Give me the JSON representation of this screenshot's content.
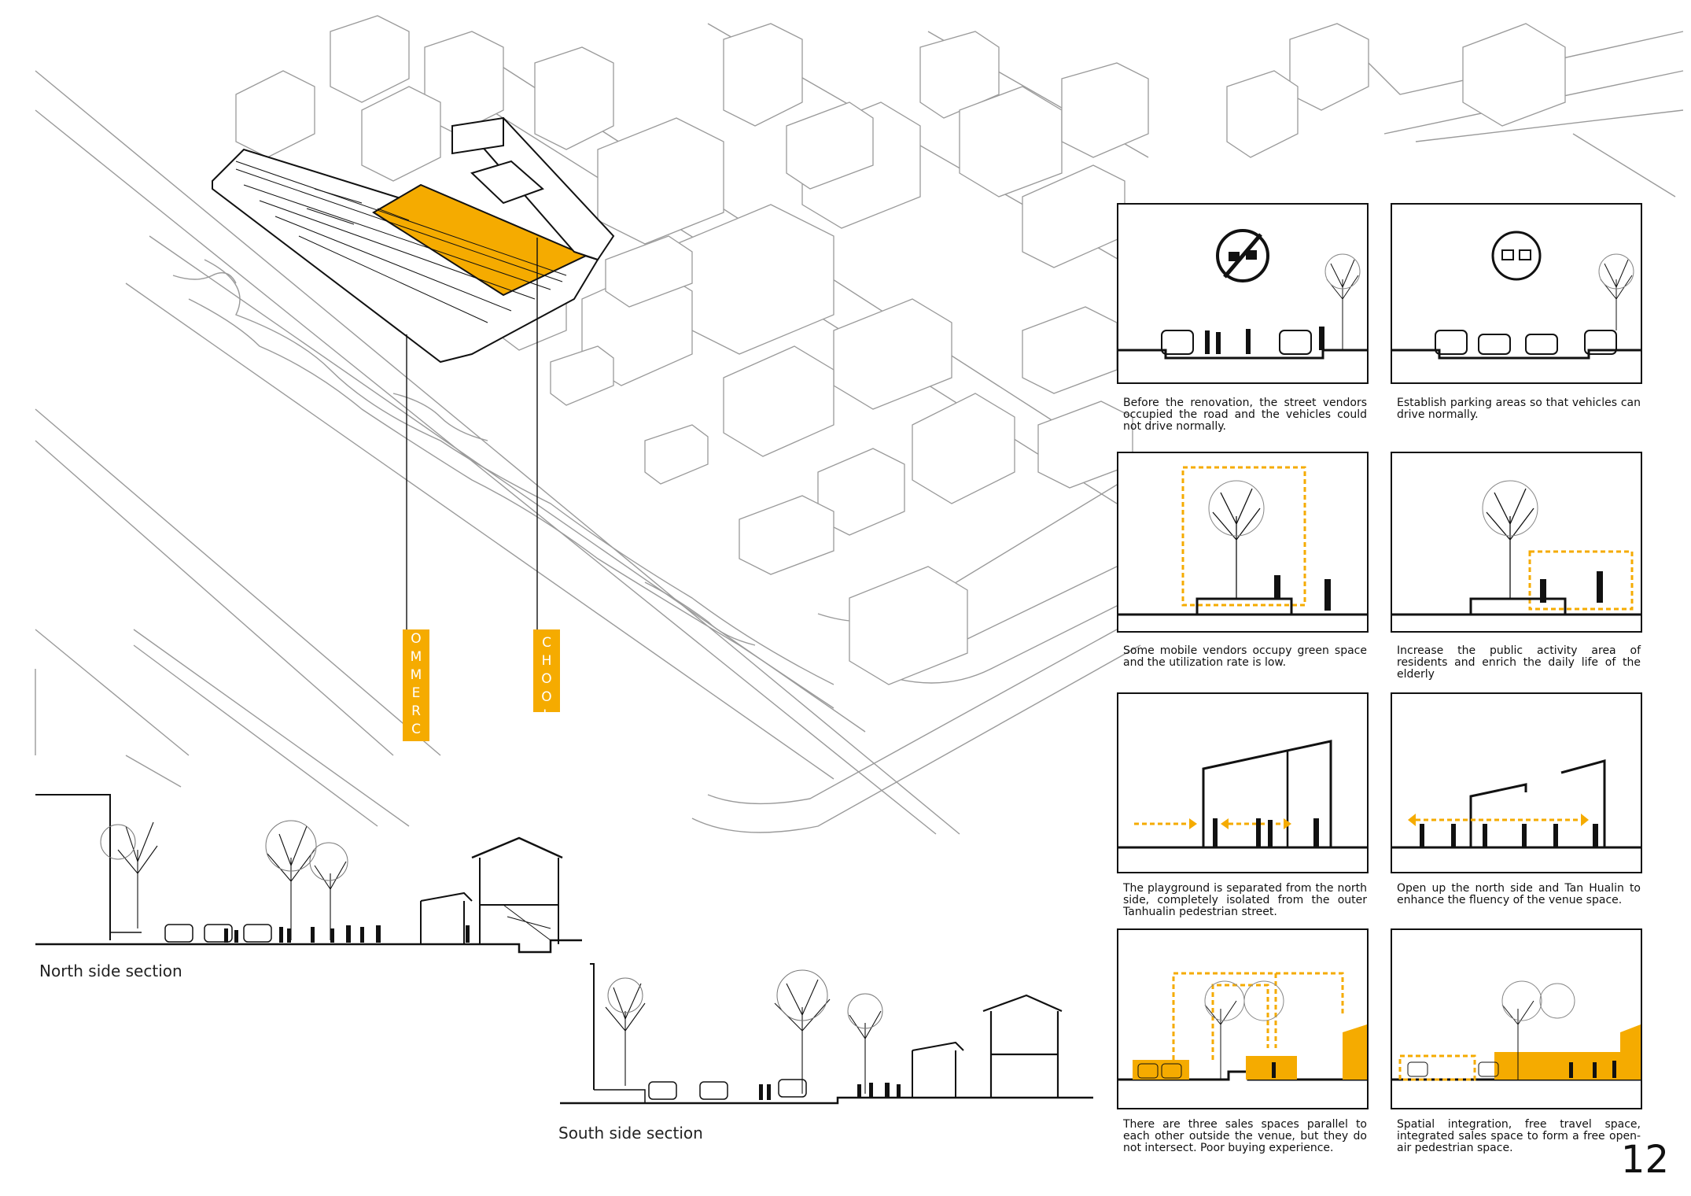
{
  "tags": {
    "commerce": "COMMERCE",
    "school": "SCHOOL"
  },
  "sections": {
    "north": "North side section",
    "south": "South side section"
  },
  "panels": [
    {
      "caption": "Before the renovation, the street vendors occupied the road and the vehicles could not drive normally."
    },
    {
      "caption": "Establish parking areas so that vehicles can drive normally."
    },
    {
      "caption": "Some mobile vendors occupy green space and the utilization rate is low."
    },
    {
      "caption": "Increase the public activity area of residents and enrich the daily life of the elderly"
    },
    {
      "caption": "The playground is separated from the north side, completely isolated from the outer Tanhualin pedestrian street."
    },
    {
      "caption": "Open up the north side and Tan Hualin to enhance the fluency of the venue space."
    },
    {
      "caption": "There are three sales spaces parallel to each other outside the venue, but they do not intersect. Poor buying experience."
    },
    {
      "caption": "Spatial integration, free travel space, integrated sales space to form a free open-air pedestrian space."
    }
  ],
  "page_number": "12",
  "colors": {
    "accent": "#f5ab00",
    "line": "#111111",
    "light_line": "#9a9a9a"
  }
}
